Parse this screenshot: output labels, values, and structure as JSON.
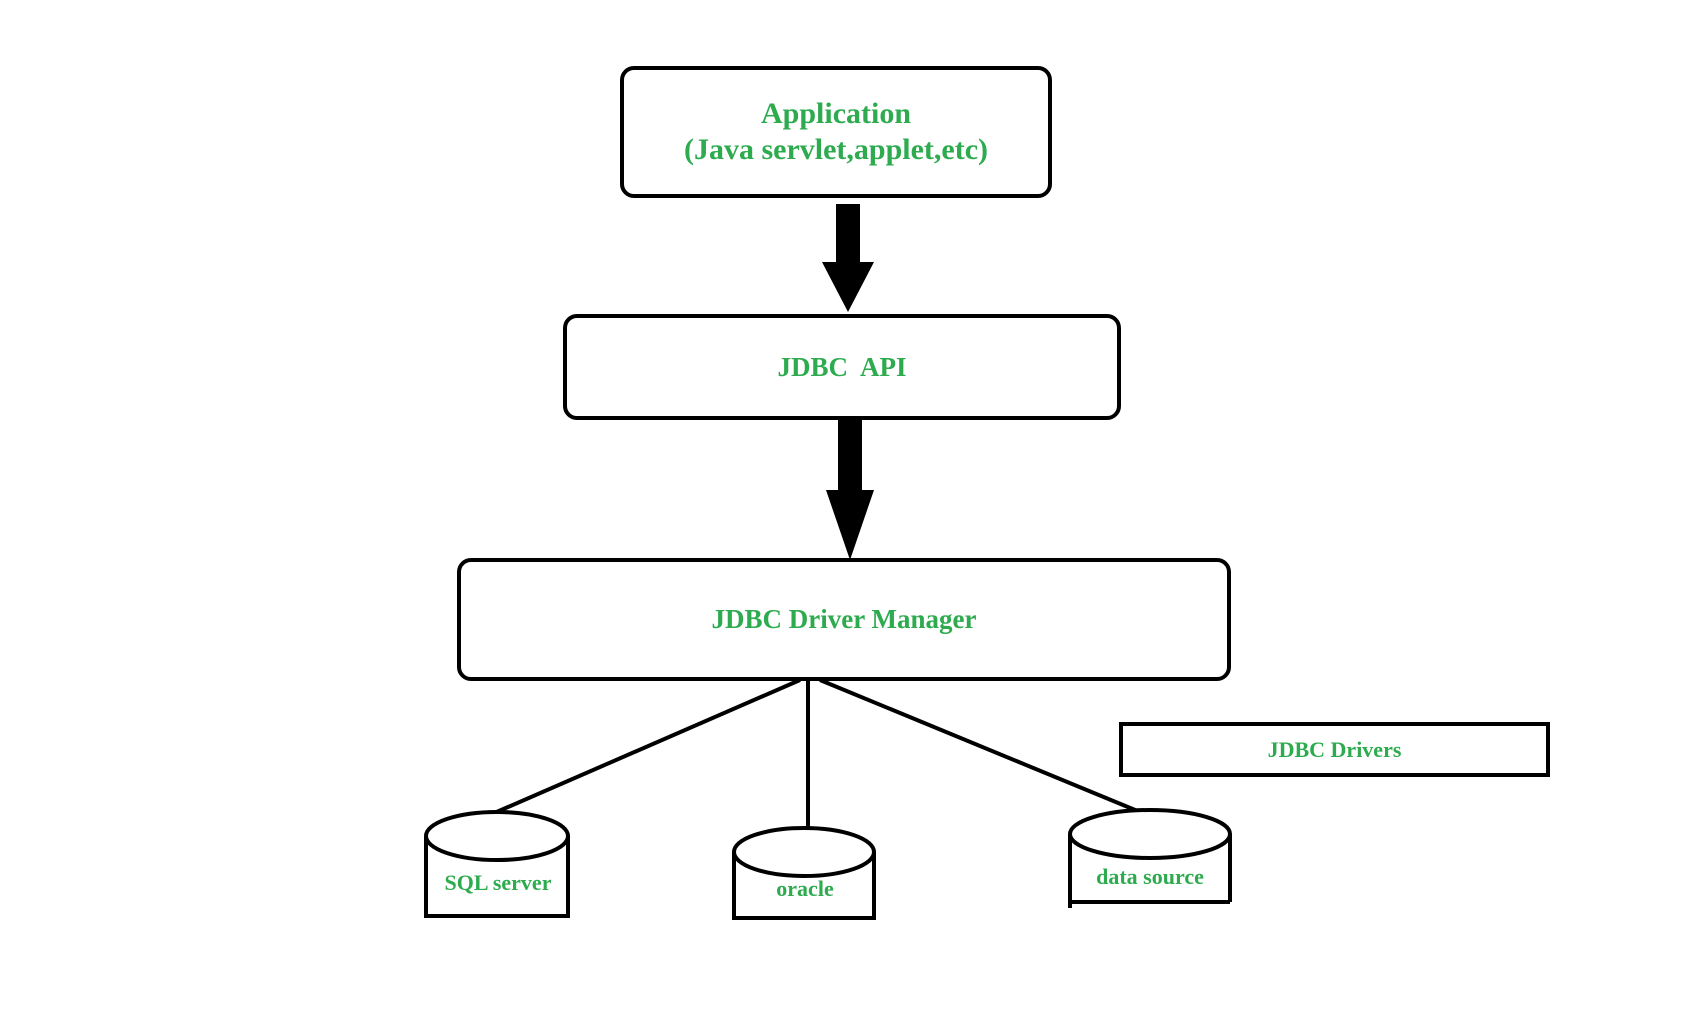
{
  "application": {
    "title": "Application",
    "subtitle": "(Java servlet,applet,etc)"
  },
  "api": {
    "label": "JDBC  API"
  },
  "driver_manager": {
    "label": "JDBC Driver Manager"
  },
  "drivers": {
    "label": "JDBC Drivers"
  },
  "databases": [
    {
      "label": "SQL server"
    },
    {
      "label": "oracle"
    },
    {
      "label": "data source"
    }
  ],
  "colors": {
    "text": "#2eab4f",
    "stroke": "#000000"
  }
}
